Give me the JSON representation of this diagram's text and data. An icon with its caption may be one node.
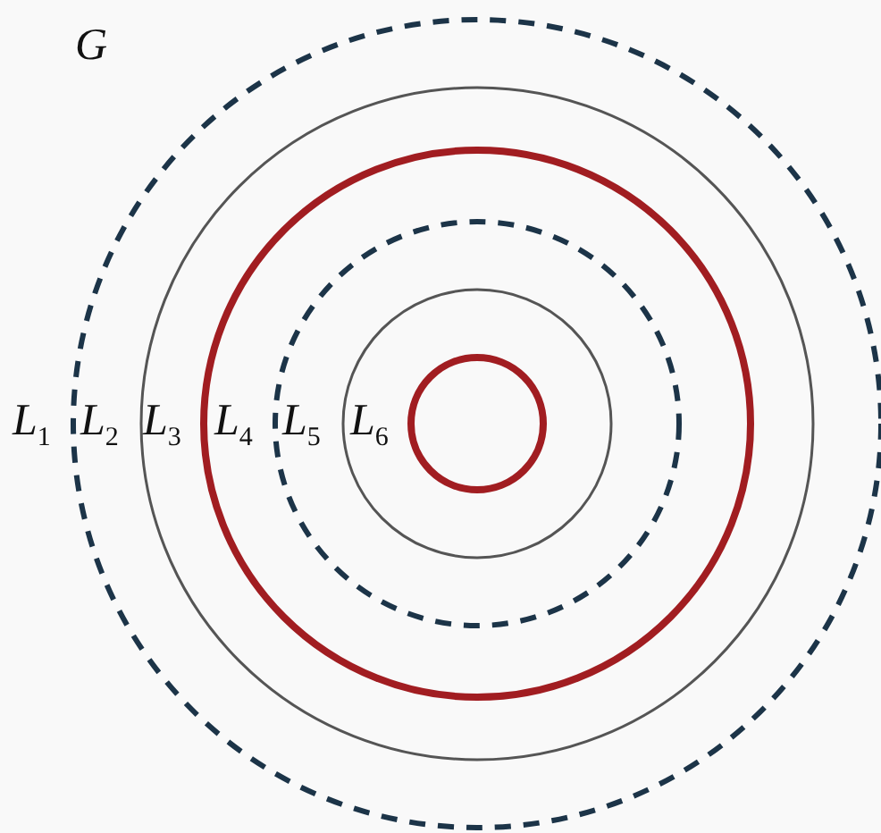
{
  "diagram": {
    "nodes": [
      {
        "text": [
          "L$_{1}$"
        ]
      },
      {
        "text": [
          "L$_{2}$"
        ],
        "in": 0
      },
      {
        "text": [
          "L$_{3}$"
        ],
        "in": 1
      },
      {
        "text": [
          "L$_{4}$"
        ],
        "in": 2
      },
      {
        "text": [
          "L$_{5}$"
        ],
        "in": 3
      },
      {
        "text": [
          "L$_{6}$"
        ],
        "in": 4
      }
    ],
    "labels": [
      "G"
    ]
  }
}
